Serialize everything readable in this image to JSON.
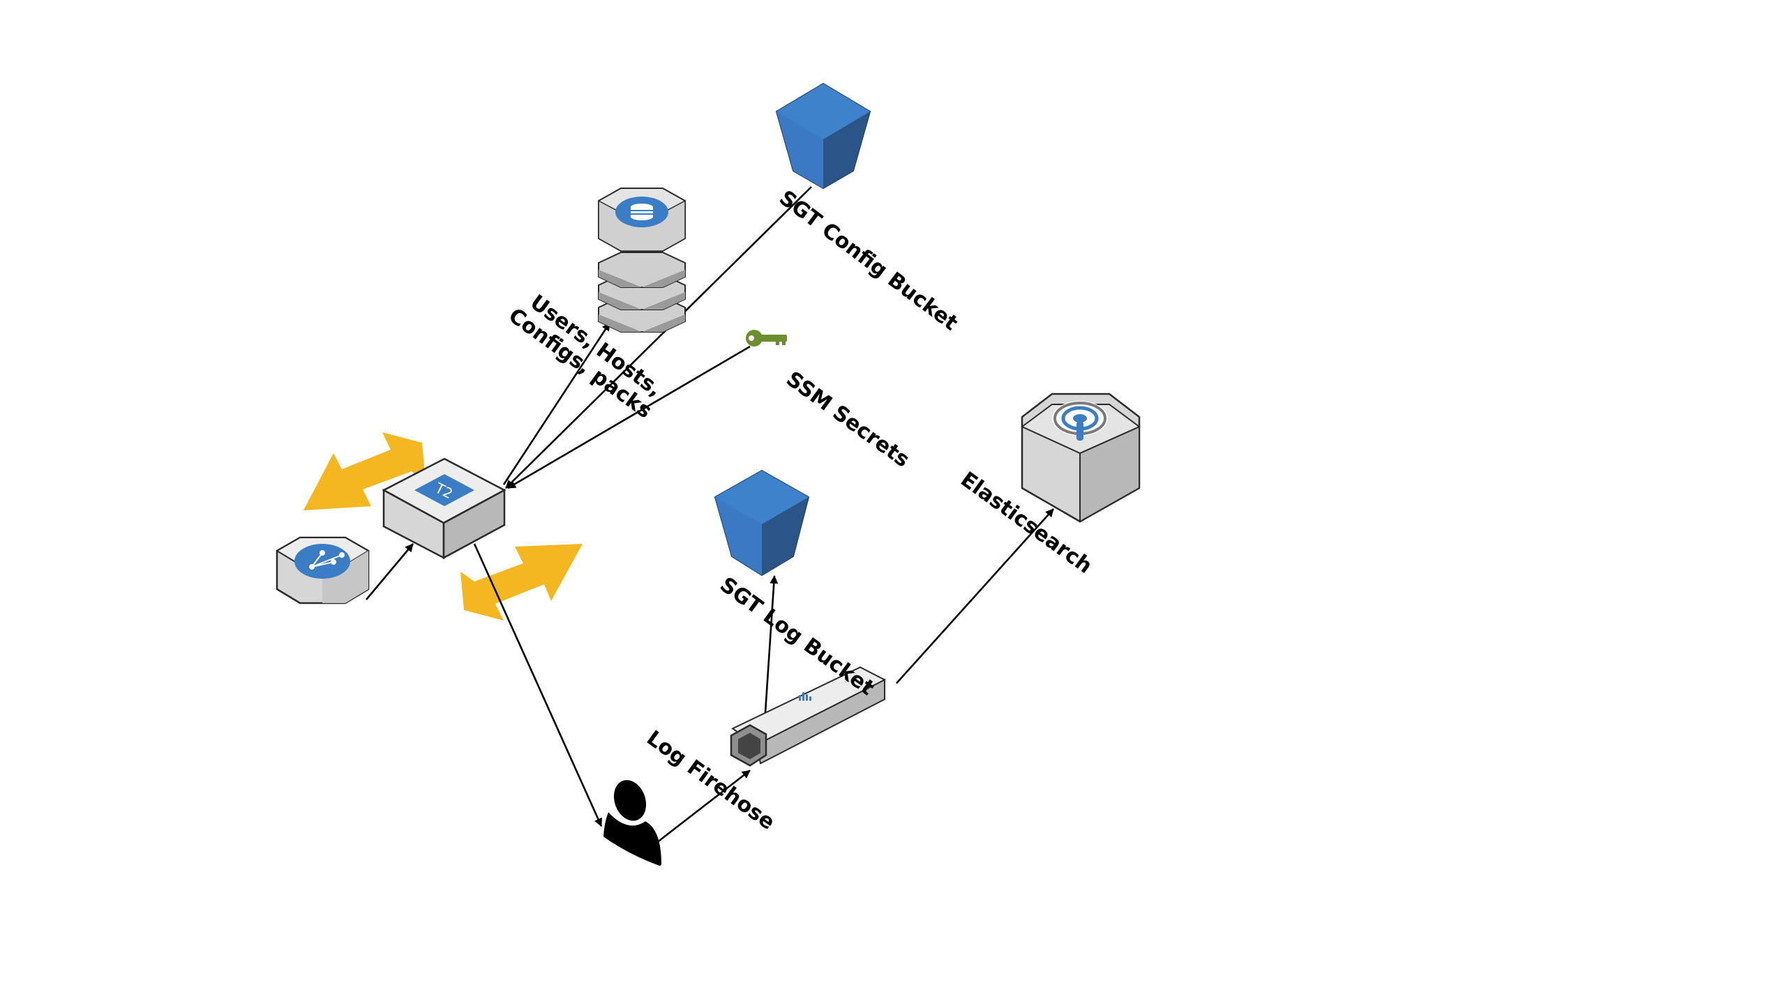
{
  "diagram": {
    "nodes": {
      "sgt_config_bucket": {
        "label": "SGT Config Bucket",
        "icon": "s3-bucket-icon"
      },
      "database": {
        "label_line1": "Users, Hosts,",
        "label_line2": "Configs, packs",
        "icon": "database-stack-icon"
      },
      "ssm_secrets": {
        "label": "SSM Secrets",
        "icon": "key-icon"
      },
      "ec2_instance": {
        "badge": "T2",
        "icon": "ec2-instance-icon"
      },
      "autoscaling": {
        "icon": "auto-scaling-arrows-icon"
      },
      "load_balancer": {
        "icon": "load-balancer-icon"
      },
      "sgt_log_bucket": {
        "label": "SGT Log Bucket",
        "icon": "s3-bucket-icon"
      },
      "elasticsearch": {
        "label": "Elasticsearch",
        "icon": "elasticsearch-icon"
      },
      "log_firehose": {
        "label": "Log Firehose",
        "icon": "kinesis-firehose-icon"
      },
      "user": {
        "icon": "user-icon"
      }
    },
    "colors": {
      "bucket_dark": "#2E5B8C",
      "bucket_light": "#3B7AC2",
      "orange": "#F4B621",
      "cube_top": "#EDEDED",
      "cube_left": "#D6D6D6",
      "cube_right": "#B8B8B8",
      "service_blue": "#3A7DC4",
      "key_green": "#6B8E2F"
    }
  }
}
